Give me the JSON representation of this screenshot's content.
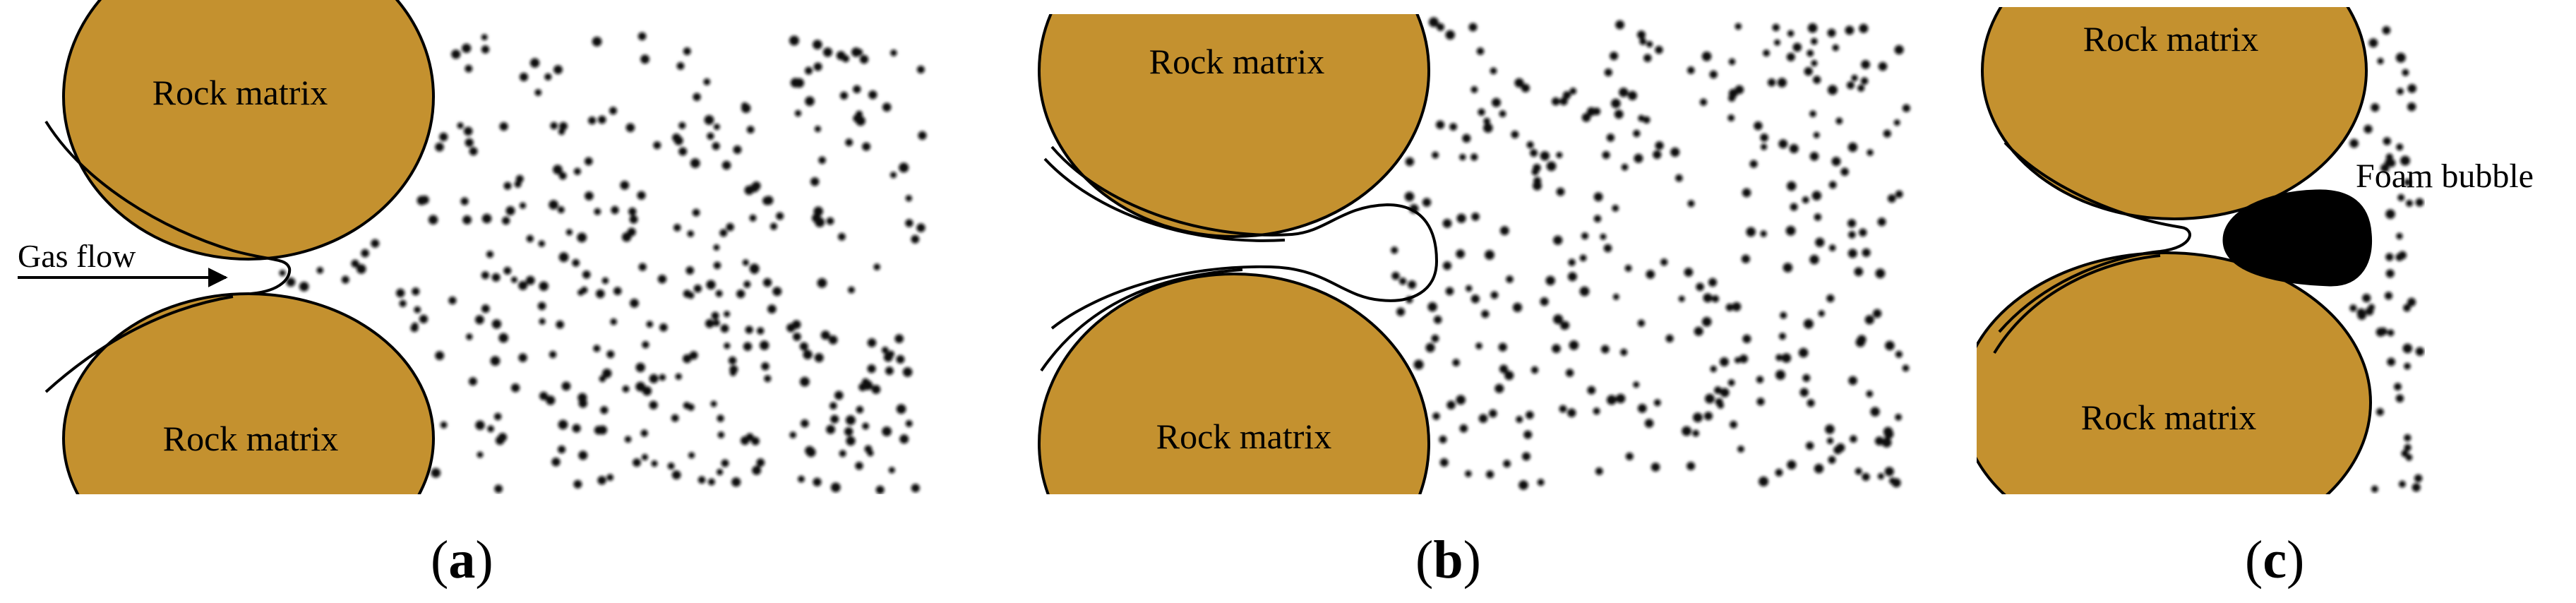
{
  "colors": {
    "rock": "#c4912f",
    "outline": "#000000",
    "particle": "#111111",
    "background": "#ffffff"
  },
  "panels": [
    {
      "id": "a",
      "label_open": "(",
      "label_letter": "a",
      "label_close": ")",
      "rock_top_label": "Rock matrix",
      "rock_bottom_label": "Rock matrix",
      "annotation": "Gas flow"
    },
    {
      "id": "b",
      "label_open": "(",
      "label_letter": "b",
      "label_close": ")",
      "rock_top_label": "Rock matrix",
      "rock_bottom_label": "Rock matrix"
    },
    {
      "id": "c",
      "label_open": "(",
      "label_letter": "c",
      "label_close": ")",
      "rock_top_label": "Rock matrix",
      "rock_bottom_label": "Rock matrix",
      "annotation": "Foam bubble"
    }
  ]
}
